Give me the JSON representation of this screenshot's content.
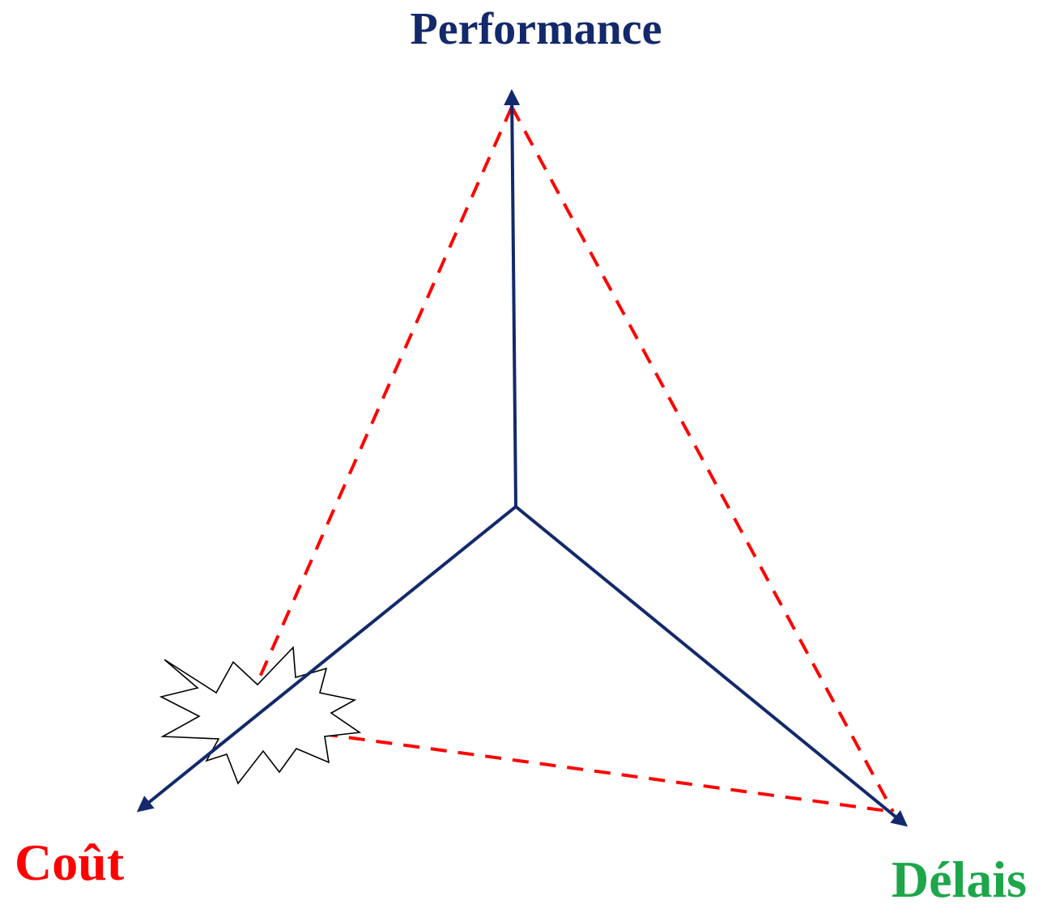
{
  "labels": {
    "performance": "Performance",
    "cout": "Coût",
    "delais": "Délais"
  },
  "colors": {
    "axis": "#13296b",
    "dashed": "#ff0000",
    "performance": "#13296b",
    "cout": "#ff0000",
    "delais": "#1ea64a",
    "burst_stroke": "#000000",
    "burst_fill": "#ffffff"
  },
  "icons": {
    "burst": "explosion-burst-icon"
  }
}
